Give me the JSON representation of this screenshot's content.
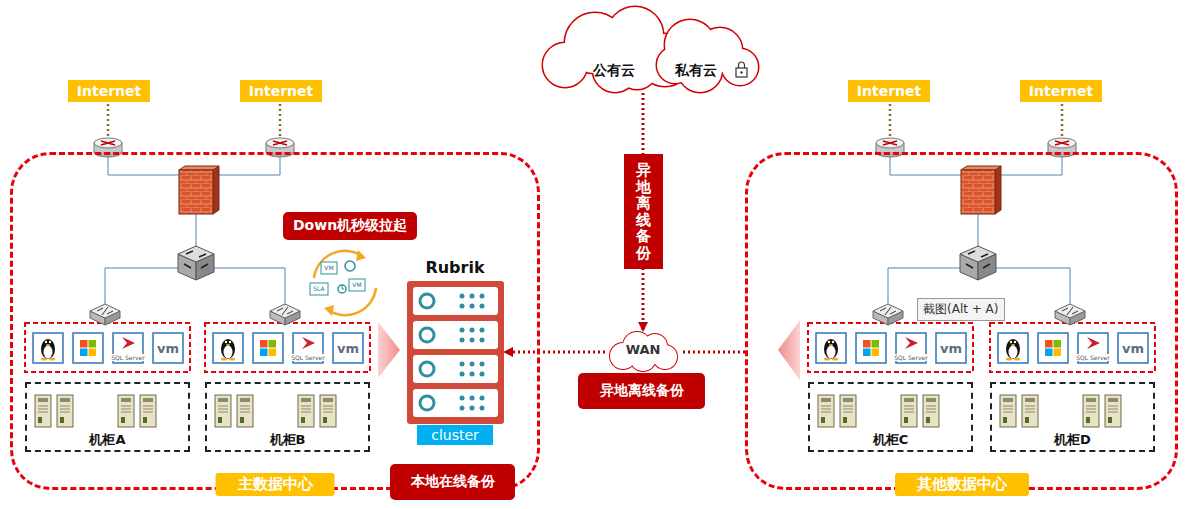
{
  "diagram": {
    "nodes": [
      {
        "text": [
          "Internet"
        ]
      },
      {
        "text": [
          "Internet"
        ]
      },
      {
        "text": [
          "公有云",
          "私有云"
        ]
      },
      {
        "text": [
          "Internet"
        ]
      },
      {
        "text": [
          "Internet"
        ]
      },
      {
        "text": [
          "主数据中心"
        ]
      },
      {
        "text": [
          "Down机秒级拉起"
        ],
        "in": 5
      },
      {
        "text": [
          "Rubrik",
          "cluster"
        ],
        "in": 5
      },
      {
        "text": [
          "机柜A"
        ],
        "in": 5
      },
      {
        "text": [
          "机柜B"
        ],
        "in": 5
      },
      {
        "text": [
          "本地在线备份"
        ],
        "in": 5
      },
      {
        "text": [
          "WAN"
        ]
      },
      {
        "text": [
          "异地离线备份"
        ]
      },
      {
        "text": [
          "其他数据中心"
        ]
      },
      {
        "text": [
          "机柜C"
        ],
        "in": 13
      },
      {
        "text": [
          "机柜D"
        ],
        "in": 13
      }
    ],
    "edges": [
      {
        "from": 2,
        "to": 11,
        "arrow": "to",
        "label": "异地离线备份"
      },
      {
        "from": 11,
        "to": 7,
        "arrow": "to"
      },
      {
        "from": 13,
        "to": 11,
        "arrow": "none"
      }
    ],
    "labels": [
      "SQL Server",
      "vm",
      "SQL Server",
      "vm",
      "VM",
      "SLA",
      "VM",
      "截图(Alt + A)",
      "SQL Server",
      "vm",
      "SQL Server",
      "vm"
    ]
  }
}
